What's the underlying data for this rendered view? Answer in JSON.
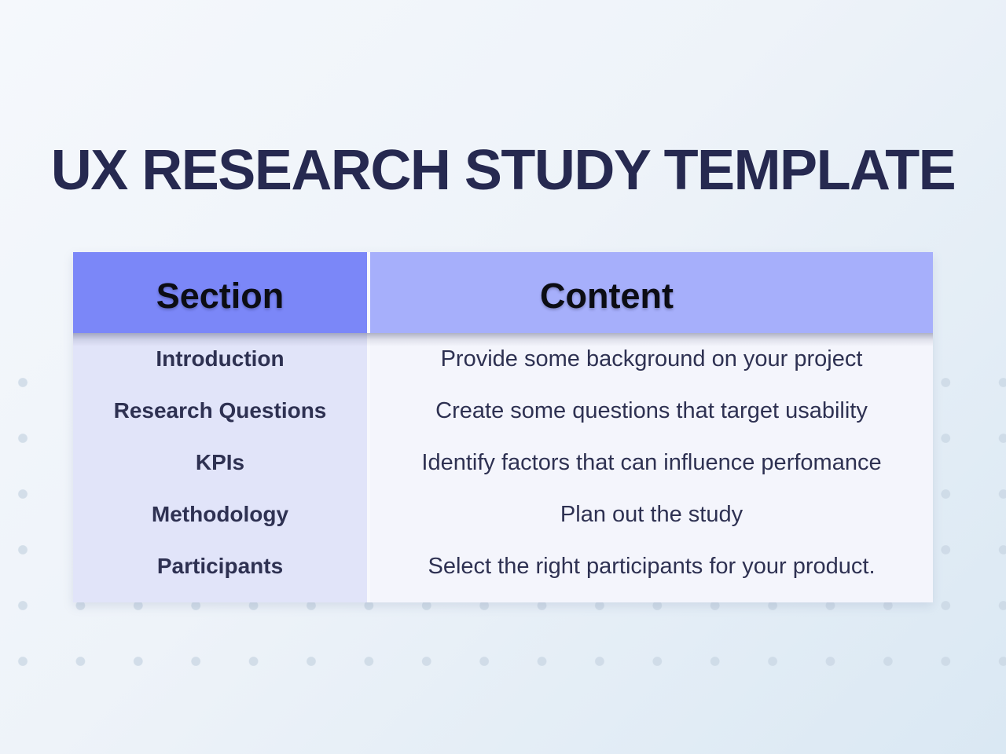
{
  "page": {
    "title": "UX RESEARCH STUDY TEMPLATE"
  },
  "table": {
    "headers": {
      "section": "Section",
      "content": "Content"
    },
    "rows": [
      {
        "section": "Introduction",
        "content": "Provide some background on your project"
      },
      {
        "section": "Research Questions",
        "content": "Create some questions that target usability"
      },
      {
        "section": "KPIs",
        "content": "Identify factors that can influence perfomance"
      },
      {
        "section": "Methodology",
        "content": "Plan out the study"
      },
      {
        "section": "Participants",
        "content": "Select the right participants for your product."
      }
    ]
  },
  "colors": {
    "title-text": "#262950",
    "header-section-bg": "#7B87F8",
    "header-content-bg": "#A6AFFB",
    "header-text": "#0C0D14",
    "body-section-bg": "#E1E4F9",
    "body-content-bg": "#F4F5FC",
    "body-text": "#2E3152",
    "table-gap": "#F8F9FD",
    "dot-color": "#C9D6E3",
    "bg-start": "#F5F8FC",
    "bg-mid": "#EEF3F9",
    "bg-end": "#DAE8F3"
  }
}
